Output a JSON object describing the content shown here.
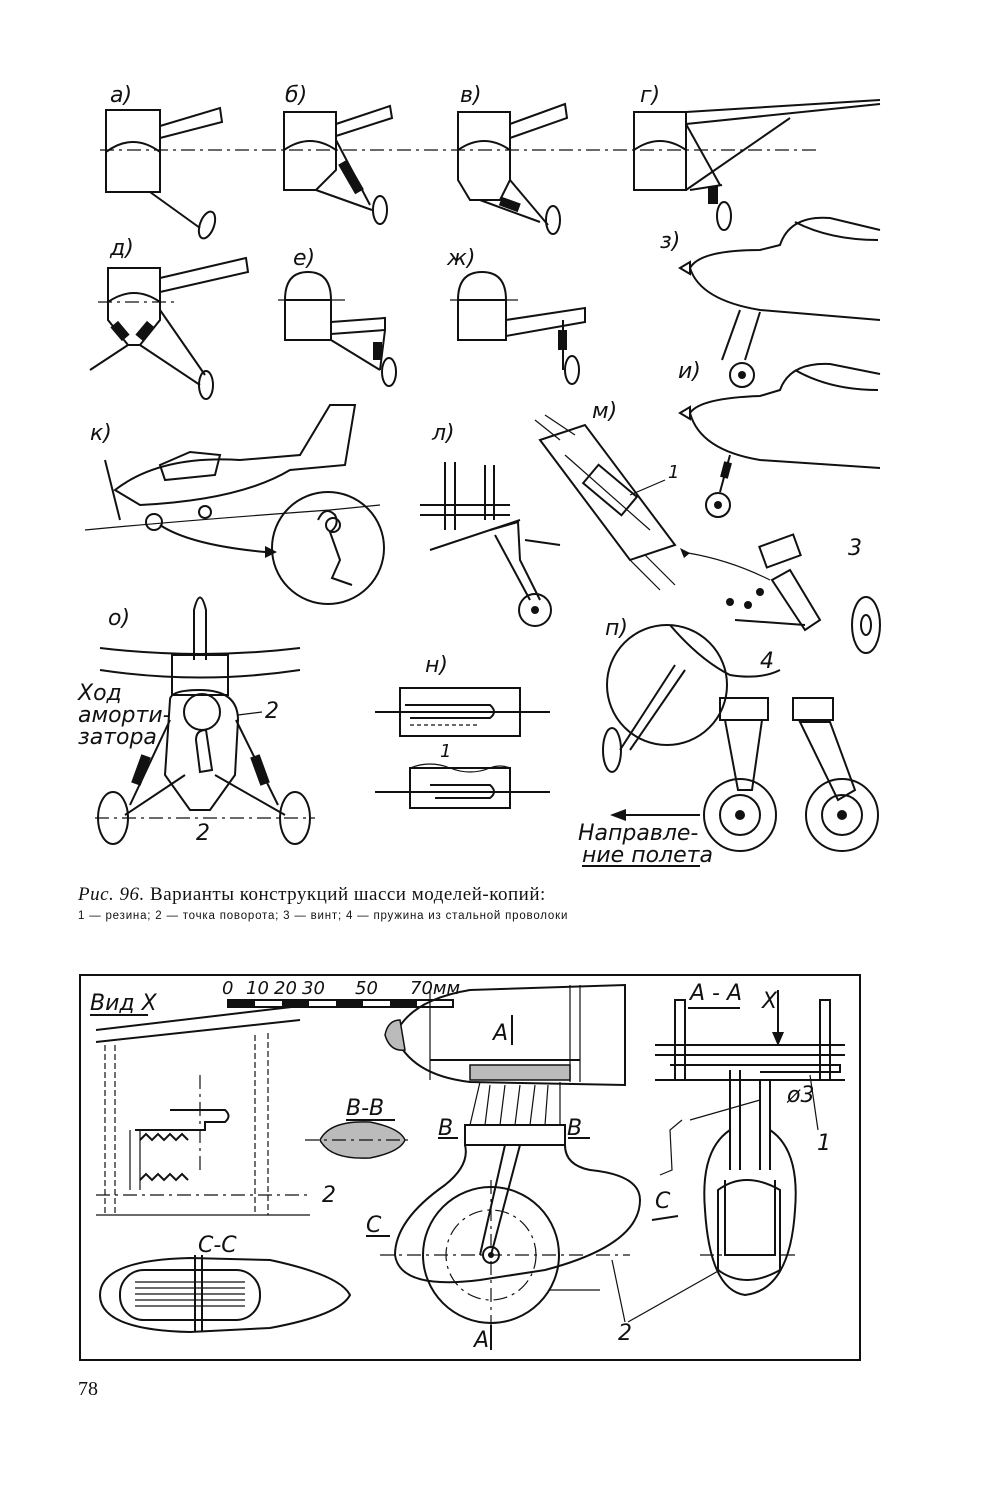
{
  "figure": {
    "panel_labels": {
      "a": "а)",
      "b": "б)",
      "v": "в)",
      "g": "г)",
      "d": "д)",
      "e": "е)",
      "zh": "ж)",
      "z": "з)",
      "i": "и)",
      "k": "к)",
      "l": "л)",
      "m": "м)",
      "o": "о)",
      "n": "н)",
      "p": "п)"
    },
    "callouts": {
      "one": "1",
      "two": "2",
      "three": "3",
      "four": "4"
    },
    "annotations": {
      "shock_line1": "Ход",
      "shock_line2": "аморти-",
      "shock_line3": "затора",
      "direction_line1": "Направле-",
      "direction_line2": "ние полета"
    }
  },
  "caption": {
    "prefix": "Рис. 96.",
    "title": "Варианты конструкций шасси моделей-копий:",
    "legend": "1 — резина; 2 — точка поворота; 3 — винт; 4 — пружина из стальной проволоки"
  },
  "drawing": {
    "view_x": "Вид X",
    "scale_ticks": [
      "0",
      "10",
      "20",
      "30",
      "50",
      "70мм"
    ],
    "section_bb": "В-В",
    "section_cc": "С-С",
    "section_aa": "А - А",
    "arrow_x": "X",
    "diameter": "ø3",
    "cut_a": "А",
    "cut_b": "В",
    "cut_c": "С",
    "n1": "1",
    "n2": "2"
  },
  "page_number": "78"
}
